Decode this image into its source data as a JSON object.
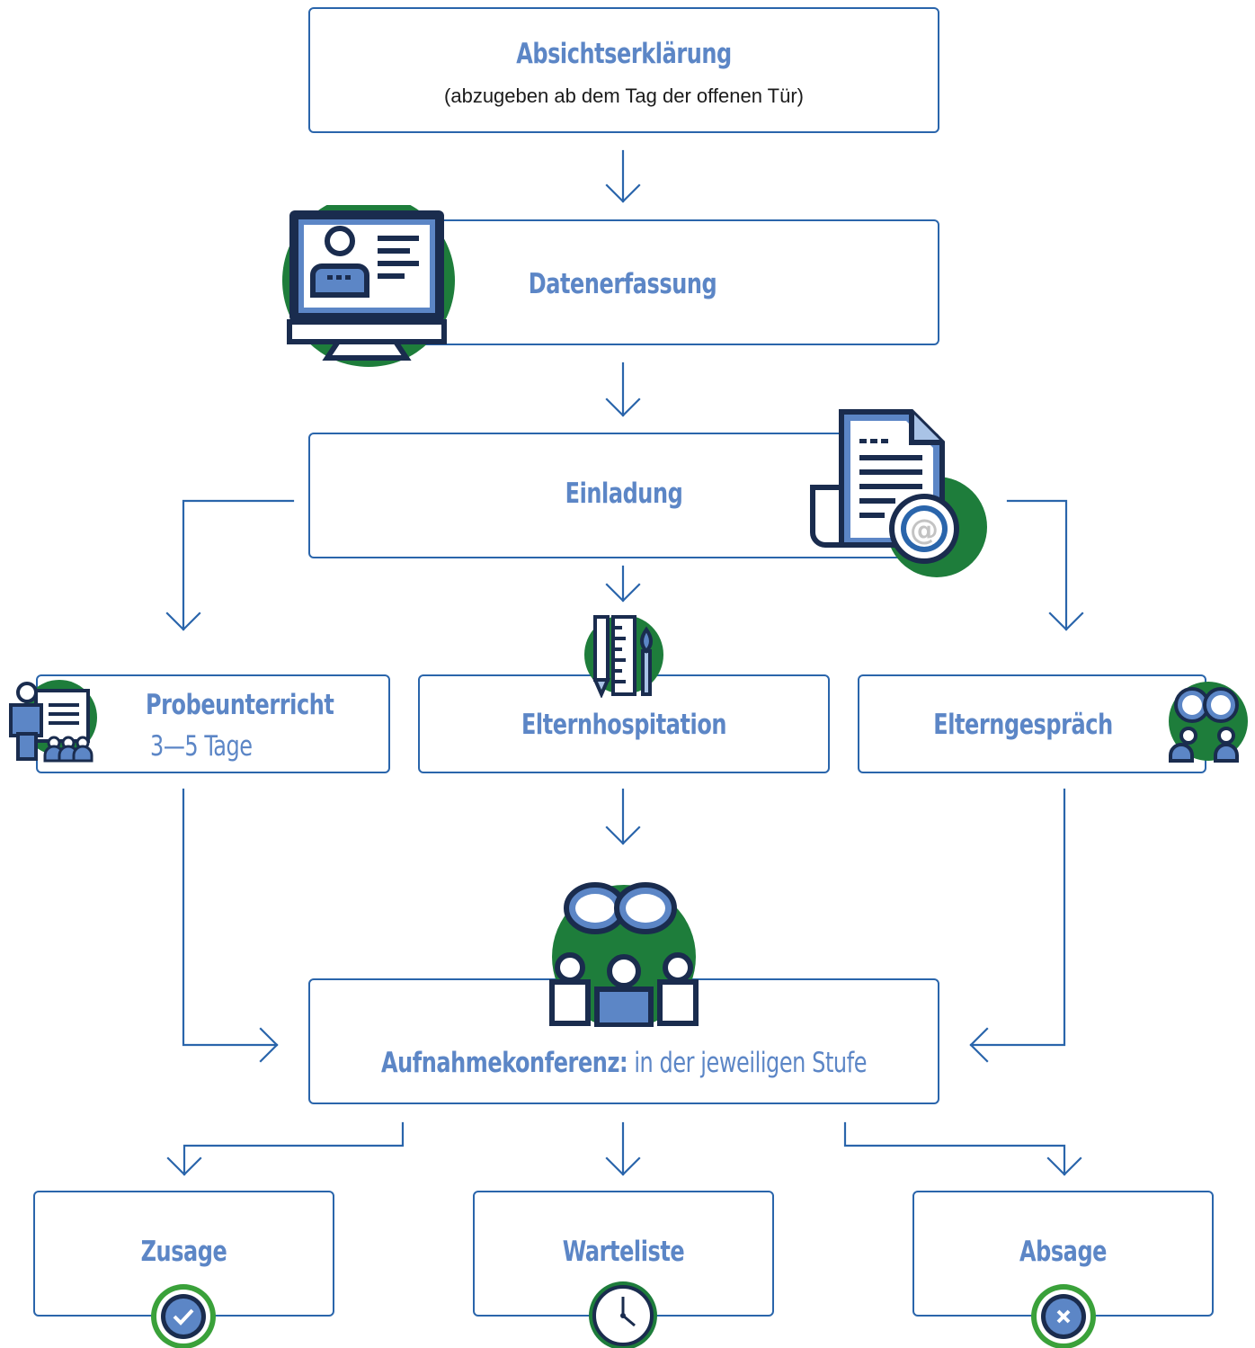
{
  "steps": {
    "absicht": {
      "title": "Absichtserklärung",
      "subtitle": "(abzugeben ab dem Tag der offenen Tür)"
    },
    "daten": {
      "title": "Datenerfassung"
    },
    "einladung": {
      "title": "Einladung"
    },
    "probe": {
      "title": "Probeunterricht",
      "subtitle": "3—5 Tage"
    },
    "hospitation": {
      "title": "Elternhospitation"
    },
    "gespraech": {
      "title": "Elterngespräch"
    },
    "konferenz": {
      "title": "Aufnahmekonferenz:",
      "subtitle": " in der jeweiligen Stufe"
    },
    "zusage": {
      "title": "Zusage"
    },
    "warteliste": {
      "title": "Warteliste"
    },
    "absage": {
      "title": "Absage"
    }
  },
  "colors": {
    "line": "#2a65ab",
    "label": "#5c86c6",
    "green": "#1e7d3b",
    "navy": "#1a2c4e",
    "lightBlue": "#5c86c6",
    "paleBlue": "#a9c3e6"
  },
  "icons": [
    "computer-profile-icon",
    "document-email-icon",
    "teacher-presentation-icon",
    "ruler-pencil-brush-icon",
    "chat-people-icon",
    "conference-icon",
    "checkmark-badge-icon",
    "clock-icon",
    "x-badge-icon"
  ]
}
